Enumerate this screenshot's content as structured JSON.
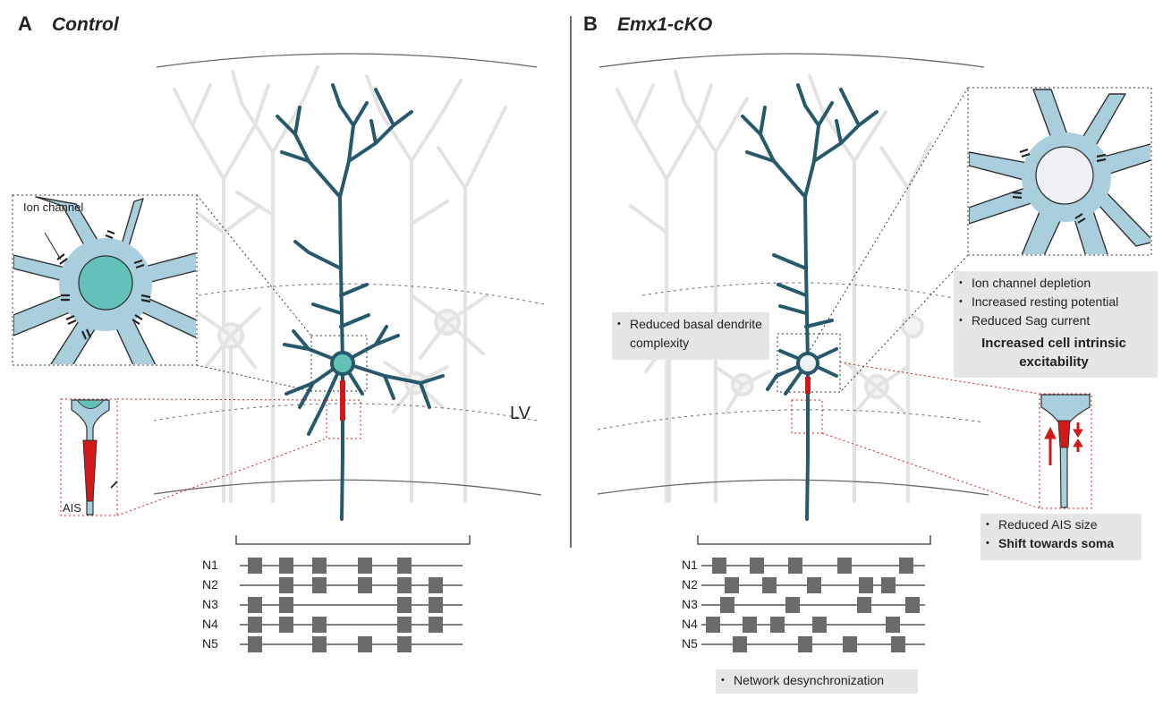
{
  "panels": {
    "a": {
      "letter": "A",
      "title": "Control"
    },
    "b": {
      "letter": "B",
      "title": "Emx1-cKO"
    }
  },
  "labels": {
    "ion_channel": "Ion channel",
    "ais": "AIS",
    "lv": "LV"
  },
  "notes": {
    "basal_dendrite": "Reduced basal dendrite complexity",
    "soma_changes": [
      "Ion channel depletion",
      "Increased resting potential",
      "Reduced Sag current"
    ],
    "soma_conclusion": "Increased cell intrinsic excitability",
    "ais_size": "Reduced AIS size",
    "ais_shift": "Shift towards soma",
    "network": "Network desynchronization"
  },
  "raster_rows": [
    "N1",
    "N2",
    "N3",
    "N4",
    "N5"
  ],
  "colors": {
    "neuron": "#25596b",
    "neuron_soma": "#63c2b7",
    "inset_fill": "#a9cfdc",
    "ais_red": "#d21818",
    "spike": "#6b6b6b",
    "background_neurons": "#e2e2e2"
  }
}
